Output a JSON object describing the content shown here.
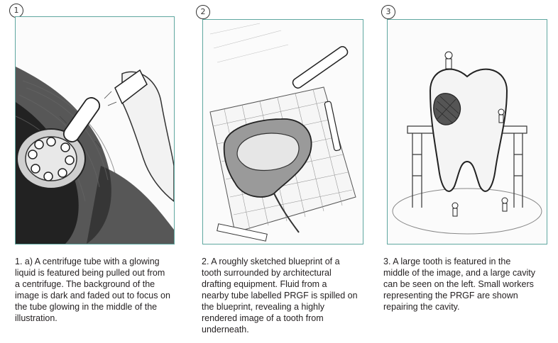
{
  "panels": [
    {
      "number": "1",
      "caption": "1. a)  A centrifuge tube with a glowing\nliquid is featured being pulled out from\na centrifuge. The background of the\nimage is dark and faded out to focus on\nthe tube glowing in the middle of the\nillustration.",
      "sketch": "centrifuge-tube-sketch"
    },
    {
      "number": "2",
      "caption": "2.  A roughly sketched blueprint of a\ntooth surrounded by architectural\ndrafting equipment. Fluid from a\nnearby tube labelled PRGF is spilled on\nthe blueprint, revealing a highly\nrendered image of a tooth from\nunderneath.",
      "sketch": "tooth-blueprint-sketch"
    },
    {
      "number": "3",
      "caption": "3.  A large tooth is featured in the\nmiddle of the image, and a large cavity\ncan be seen on the left. Small workers\nrepresenting the PRGF are shown\nrepairing the cavity.",
      "sketch": "tooth-repair-sketch"
    }
  ],
  "colors": {
    "frame": "#5fa7a0",
    "ink": "#231f20",
    "pencil": "#4a4a4a"
  }
}
